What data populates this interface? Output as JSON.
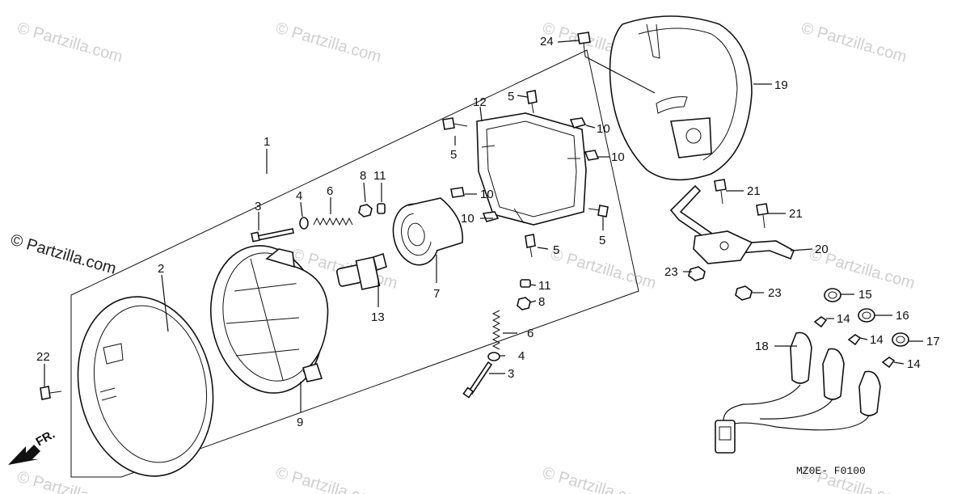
{
  "diagram": {
    "callouts": [
      "1",
      "2",
      "3",
      "4",
      "5",
      "6",
      "7",
      "8",
      "9",
      "10",
      "11",
      "12",
      "13",
      "14",
      "15",
      "16",
      "17",
      "18",
      "19",
      "20",
      "21",
      "22",
      "23",
      "24"
    ],
    "front_arrow_label": "FR.",
    "diagram_code": "MZ0E- F0100",
    "watermark_large": "© Partzilla.com",
    "watermark_small": "© Partzilla.com"
  }
}
